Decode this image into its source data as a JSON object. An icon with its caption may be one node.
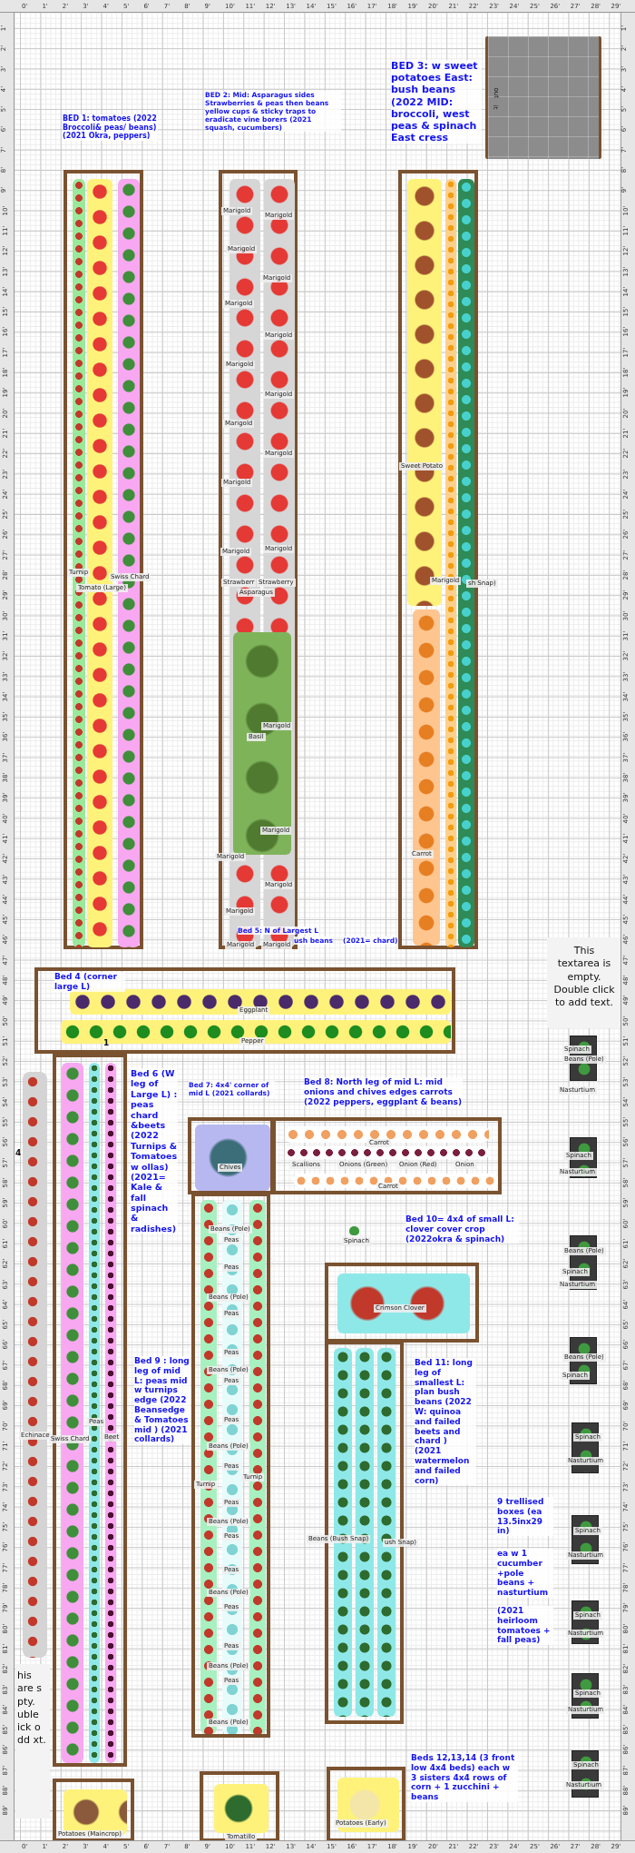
{
  "diagram": {
    "nodes": [
      {
        "text": [],
        "shape": "box"
      },
      {
        "text": [
          "BED 1: tomatoes (2022 Broccoli& peas/ beans) (2021 Okra, peppers)",
          "Turnip",
          "Swiss Chard",
          "Tomato (Large)"
        ]
      },
      {
        "text": [
          "BED 2: Mid: Asparagus sides Strawberries & peas then beans yellow cups & sticky traps to eradicate vine borers (2021 squash, cucumbers)",
          "Marigold",
          "Marigold",
          "Marigold",
          "Marigold",
          "Marigold",
          "Marigold",
          "Marigold",
          "Marigold",
          "Marigold",
          "Marigold",
          "Marigold",
          "Marigold",
          "Marigold",
          "Strawberr",
          "Strawberry",
          "Asparagus",
          "Marigold",
          "Basil",
          "Marigold",
          "Marigold",
          "Marigold",
          "Marigold",
          "Marigold",
          "Marigold"
        ]
      },
      {
        "text": [
          "BED 3: w sweet potatoes East: bush beans (2022 MID: broccoli, west peas & spinach East cress",
          "Sweet Potato",
          "Marigold",
          "sh Snap)",
          "Carrot"
        ]
      },
      {
        "text": [
          "Bed 4 (corner large L)",
          "Eggplant",
          "Pepper"
        ]
      },
      {
        "text": [
          "Echinace"
        ]
      },
      {
        "text": [
          "Bed 6 (W leg of Large L) : peas chard &beets (2022 Turnips & Tomatoes w ollas) (2021= Kale & fall spinach & radishes)",
          "Swiss Chard",
          "Peas",
          "Beet"
        ]
      },
      {
        "text": [
          "Bed 7: 4x4' corner of mid L (2021 collards)",
          "Chives"
        ]
      },
      {
        "text": [
          "Bed 8: North leg of mid L: mid onions and chives edges carrots (2022 peppers, eggplant & beans)",
          "Carrot",
          "Scallions",
          "Onions (Green)",
          "Onion (Red)",
          "Onion",
          "Carrot"
        ]
      },
      {
        "text": [
          "Bed 9 : long leg of mid L: peas mid w turnips edge (2022 Beansedge & Tomatoes mid ) (2021 collards)",
          "Beans (Pole)",
          "Peas",
          "Peas",
          "Beans (Pole)",
          "Peas",
          "Peas",
          "Beans (Pole)",
          "Peas",
          "Peas",
          "Beans (Pole)",
          "Peas",
          "Turnip",
          "Turnip",
          "Peas",
          "Beans (Pole)",
          "Peas",
          "Peas",
          "Beans (Pole)",
          "Peas",
          "Peas",
          "Beans (Pole)",
          "Peas",
          "Beans (Pole)"
        ]
      },
      {
        "text": [
          "Bed 10= 4x4 of small L: clover cover crop (2022okra & spinach)",
          "Crimson Clover"
        ]
      },
      {
        "text": [
          "Bed 11: long leg of smallest L: plan bush beans (2022 W: quinoa and failed beets and chard ) (2021 watermelon and failed corn)",
          "Beans (Bush Snap)",
          "ush Snap)"
        ]
      },
      {
        "text": [
          "Potatoes (Maincrop)"
        ]
      },
      {
        "text": [
          "Tomatillo"
        ]
      },
      {
        "text": [
          "Potatoes (Early)"
        ]
      },
      {
        "text": [
          "Spinach",
          "Beans (Pole)",
          "Nasturtium"
        ]
      },
      {
        "text": [
          "Spinach",
          "Nasturtium"
        ]
      },
      {
        "text": [
          "Beans (Pole)",
          "Spinach",
          "Nasturtium"
        ]
      },
      {
        "text": [
          "Beans (Pole)",
          "Spinach"
        ]
      },
      {
        "text": [
          "Spinach",
          "Nasturtium"
        ]
      },
      {
        "text": [
          "Spinach",
          "Nasturtium"
        ]
      },
      {
        "text": [
          "Spinach",
          "Nasturtium"
        ]
      },
      {
        "text": [
          "Spinach",
          "Nasturtium"
        ]
      },
      {
        "text": [
          "Spinach",
          "Nasturtium"
        ]
      },
      {
        "text": [
          "This textarea is empty. Double click to add text."
        ]
      },
      {
        "text": [
          "his are s pty. uble ick o dd xt."
        ]
      }
    ],
    "labels": [
      "0'",
      "1'",
      "2'",
      "3'",
      "4'",
      "5'",
      "6'",
      "7'",
      "8'",
      "9'",
      "10'",
      "11'",
      "12'",
      "13'",
      "14'",
      "15'",
      "16'",
      "17'",
      "18'",
      "19'",
      "20'",
      "21'",
      "22'",
      "23'",
      "24'",
      "25'",
      "26'",
      "27'",
      "28'",
      "29'",
      "1'",
      "2'",
      "3'",
      "4'",
      "5'",
      "6'",
      "7'",
      "8'",
      "9'",
      "10'",
      "11'",
      "12'",
      "13'",
      "14'",
      "15'",
      "16'",
      "17'",
      "18'",
      "19'",
      "20'",
      "21'",
      "22'",
      "23'",
      "24'",
      "25'",
      "26'",
      "27'",
      "28'",
      "29'",
      "30'",
      "31'",
      "32'",
      "33'",
      "34'",
      "35'",
      "36'",
      "37'",
      "38'",
      "39'",
      "40'",
      "41'",
      "42'",
      "43'",
      "44'",
      "45'",
      "46'",
      "47'",
      "48'",
      "49'",
      "50'",
      "51'",
      "52'",
      "53'",
      "54'",
      "55'",
      "56'",
      "57'",
      "58'",
      "59'",
      "60'",
      "61'",
      "62'",
      "63'",
      "64'",
      "65'",
      "66'",
      "67'",
      "68'",
      "69'",
      "70'",
      "71'",
      "72'",
      "73'",
      "74'",
      "75'",
      "76'",
      "77'",
      "78'",
      "79'",
      "80'",
      "81'",
      "82'",
      "83'",
      "84'",
      "85'",
      "86'",
      "87'",
      "88'",
      "89'",
      "out",
      "it",
      "Bed 5: N of Largest L",
      "ush beans",
      "(2021= chard)",
      "1",
      "4",
      "Spinach",
      "9 trellised boxes (ea 13.5inx29 in)",
      "ea w 1 cucumber +pole beans + nasturtium",
      "(2021 heirloom tomatoes + fall peas)",
      "Beds 12,13,14 (3 front low 4x4 beds) each w 3 sisters 4x4 rows of corn + 1 zucchini + beans",
      "1'",
      "2'",
      "3'",
      "4'",
      "5'",
      "6'",
      "7'",
      "8'",
      "9'",
      "10'",
      "11'",
      "12'",
      "13'",
      "14'",
      "15'",
      "16'",
      "17'",
      "18'",
      "19'",
      "20'",
      "21'",
      "22'",
      "23'",
      "24'",
      "25'",
      "26'",
      "27'",
      "28'",
      "29'",
      "30'",
      "31'",
      "32'",
      "33'",
      "34'",
      "35'",
      "36'",
      "37'",
      "38'",
      "39'",
      "40'",
      "41'",
      "42'",
      "43'",
      "44'",
      "45'",
      "46'",
      "47'",
      "48'",
      "49'",
      "50'",
      "51'",
      "52'",
      "53'",
      "54'",
      "55'",
      "56'",
      "57'",
      "58'",
      "59'",
      "60'",
      "61'",
      "62'",
      "63'",
      "64'",
      "65'",
      "66'",
      "67'",
      "68'",
      "69'",
      "70'",
      "71'",
      "72'",
      "73'",
      "74'",
      "75'",
      "76'",
      "77'",
      "78'",
      "79'",
      "80'",
      "81'",
      "82'",
      "83'",
      "84'",
      "85'",
      "86'",
      "87'",
      "88'",
      "89'",
      "0'",
      "1'",
      "2'",
      "3'",
      "4'",
      "5'",
      "6'",
      "7'",
      "8'",
      "9'",
      "10'",
      "11'",
      "12'",
      "13'",
      "14'",
      "15'",
      "16'",
      "17'",
      "18'",
      "19'",
      "20'",
      "21'",
      "22'",
      "23'",
      "24'",
      "25'",
      "26'",
      "27'",
      "28'",
      "29'"
    ]
  }
}
